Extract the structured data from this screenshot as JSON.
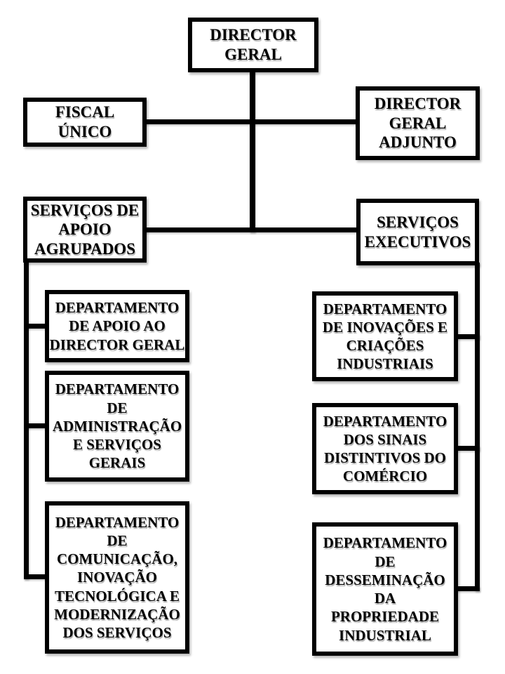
{
  "diagram": {
    "type": "org-chart",
    "background_color": "#ffffff",
    "line_color": "#000000",
    "box_border_color": "#000000",
    "text_color": "#000000",
    "nodes": {
      "director_geral": {
        "label": "DIRECTOR\nGERAL"
      },
      "fiscal_unico": {
        "label": "FISCAL\nÚNICO"
      },
      "director_geral_adjunto": {
        "label": "DIRECTOR\nGERAL\nADJUNTO"
      },
      "servicos_apoio_agrupados": {
        "label": "SERVIÇOS DE\nAPOIO\nAGRUPADOS"
      },
      "servicos_executivos": {
        "label": "SERVIÇOS\nEXECUTIVOS"
      },
      "dept_apoio_director_geral": {
        "label": "DEPARTAMENTO\nDE APOIO AO\nDIRECTOR GERAL"
      },
      "dept_administracao": {
        "label": "DEPARTAMENTO\nDE\nADMINISTRAÇÃO\nE SERVIÇOS\nGERAIS"
      },
      "dept_comunicacao": {
        "label": "DEPARTAMENTO\nDE\nCOMUNICAÇÃO,\nINOVAÇÃO\nTECNOLÓGICA E\nMODERNIZAÇÃO\nDOS SERVIÇOS"
      },
      "dept_inovacoes": {
        "label": "DEPARTAMENTO\nDE INOVAÇÕES E\nCRIAÇÕES\nINDUSTRIAIS"
      },
      "dept_sinais": {
        "label": "DEPARTAMENTO\nDOS SINAIS\nDISTINTIVOS DO\nCOMÉRCIO"
      },
      "dept_desseminacao": {
        "label": "DEPARTAMENTO\nDE\nDESSEMINAÇÃO\nDA\nPROPRIEDADE\nINDUSTRIAL"
      }
    },
    "edges": [
      {
        "from": "director_geral",
        "to": "fiscal_unico"
      },
      {
        "from": "director_geral",
        "to": "director_geral_adjunto"
      },
      {
        "from": "director_geral",
        "to": "servicos_apoio_agrupados"
      },
      {
        "from": "director_geral",
        "to": "servicos_executivos"
      },
      {
        "from": "servicos_apoio_agrupados",
        "to": "dept_apoio_director_geral"
      },
      {
        "from": "servicos_apoio_agrupados",
        "to": "dept_administracao"
      },
      {
        "from": "servicos_apoio_agrupados",
        "to": "dept_comunicacao"
      },
      {
        "from": "servicos_executivos",
        "to": "dept_inovacoes"
      },
      {
        "from": "servicos_executivos",
        "to": "dept_sinais"
      },
      {
        "from": "servicos_executivos",
        "to": "dept_desseminacao"
      }
    ]
  }
}
